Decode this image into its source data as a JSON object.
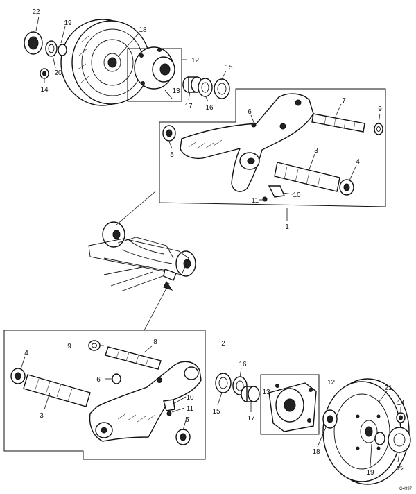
{
  "callouts": [
    {
      "id": "c22a",
      "text": "22"
    },
    {
      "id": "c19a",
      "text": "19"
    },
    {
      "id": "c18a",
      "text": "18"
    },
    {
      "id": "c20a",
      "text": "20"
    },
    {
      "id": "c14a",
      "text": "14"
    },
    {
      "id": "c12a",
      "text": "12"
    },
    {
      "id": "c13a",
      "text": "13"
    },
    {
      "id": "c17a",
      "text": "17"
    },
    {
      "id": "c16a",
      "text": "16"
    },
    {
      "id": "c15a",
      "text": "15"
    },
    {
      "id": "c6a",
      "text": "6"
    },
    {
      "id": "c7a",
      "text": "7"
    },
    {
      "id": "c9a",
      "text": "9"
    },
    {
      "id": "c5a",
      "text": "5"
    },
    {
      "id": "c3a",
      "text": "3"
    },
    {
      "id": "c4a",
      "text": "4"
    },
    {
      "id": "c10a",
      "text": "10"
    },
    {
      "id": "c11a",
      "text": "11"
    },
    {
      "id": "c1",
      "text": "1"
    },
    {
      "id": "c2",
      "text": "2"
    },
    {
      "id": "c9b",
      "text": "9"
    },
    {
      "id": "c8b",
      "text": "8"
    },
    {
      "id": "c4b",
      "text": "4"
    },
    {
      "id": "c6b",
      "text": "6"
    },
    {
      "id": "c3b",
      "text": "3"
    },
    {
      "id": "c10b",
      "text": "10"
    },
    {
      "id": "c11b",
      "text": "11"
    },
    {
      "id": "c5b",
      "text": "5"
    },
    {
      "id": "c16b",
      "text": "16"
    },
    {
      "id": "c12b",
      "text": "12"
    },
    {
      "id": "c13b",
      "text": "13"
    },
    {
      "id": "c15b",
      "text": "15"
    },
    {
      "id": "c17b",
      "text": "17"
    },
    {
      "id": "c21b",
      "text": "21"
    },
    {
      "id": "c14b",
      "text": "14"
    },
    {
      "id": "c18b",
      "text": "18"
    },
    {
      "id": "c22b",
      "text": "22"
    },
    {
      "id": "c19b",
      "text": "19"
    }
  ],
  "reference": "G4997"
}
